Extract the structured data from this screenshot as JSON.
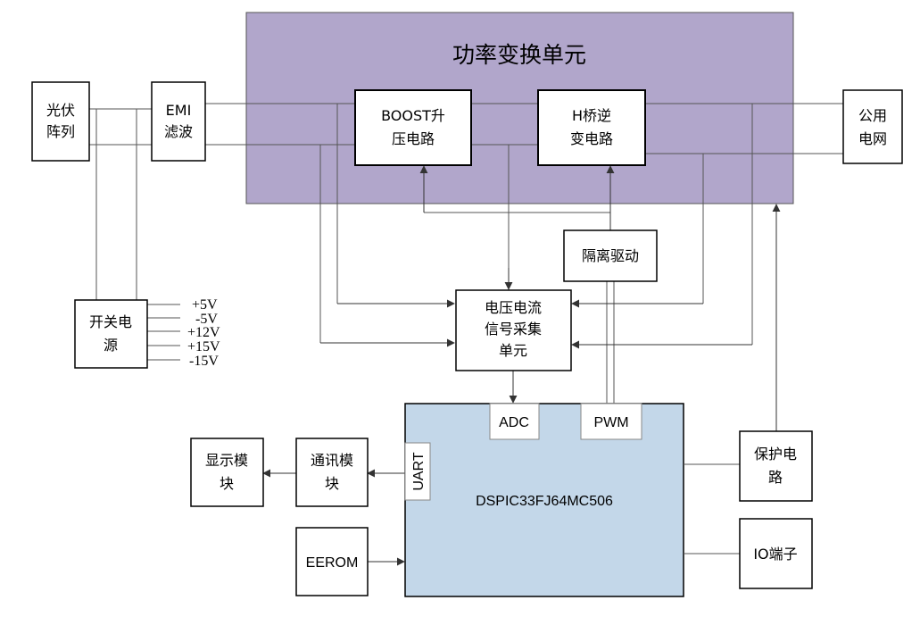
{
  "colors": {
    "power_unit_fill": "#b1a6cb",
    "mcu_fill": "#c3d7e9",
    "line": "#000000",
    "box_fill": "#ffffff"
  },
  "power_unit": {
    "title": "功率变换单元"
  },
  "blocks": {
    "pv_array": [
      "光伏",
      "阵列"
    ],
    "emi_filter": [
      "EMI",
      "滤波"
    ],
    "boost": [
      "BOOST升",
      "压电路"
    ],
    "h_bridge": [
      "H桥逆",
      "变电路"
    ],
    "grid": [
      "公用",
      "电网"
    ],
    "switch_power": [
      "开关电",
      "源"
    ],
    "isolation_drive": "隔离驱动",
    "sampling_unit": [
      "电压电流",
      "信号采集",
      "单元"
    ],
    "display_module": [
      "显示模",
      "块"
    ],
    "comm_module": [
      "通讯模",
      "块"
    ],
    "eerom": "EEROM",
    "protection": [
      "保护电",
      "路"
    ],
    "io_port": "IO端子"
  },
  "mcu": {
    "name": "DSPIC33FJ64MC506",
    "adc": "ADC",
    "pwm": "PWM",
    "uart": "UART"
  },
  "voltages": [
    "+5V",
    "-5V",
    "+12V",
    "+15V",
    "-15V"
  ]
}
